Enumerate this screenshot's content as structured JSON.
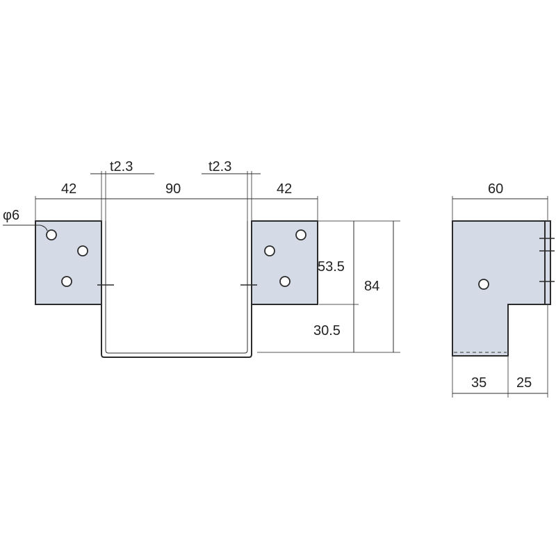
{
  "dimensions": {
    "hole_diameter": "φ6",
    "thickness_left": "t2.3",
    "thickness_right": "t2.3",
    "left_flange_width": "42",
    "inner_width": "90",
    "right_flange_width": "42",
    "upper_height": "53.5",
    "lower_height": "30.5",
    "total_height": "84",
    "side_width": "60",
    "side_lower_left": "35",
    "side_lower_right": "25"
  },
  "colors": {
    "plate_fill": "#d4dbe6",
    "line": "#2b2b2b",
    "background": "#ffffff"
  }
}
